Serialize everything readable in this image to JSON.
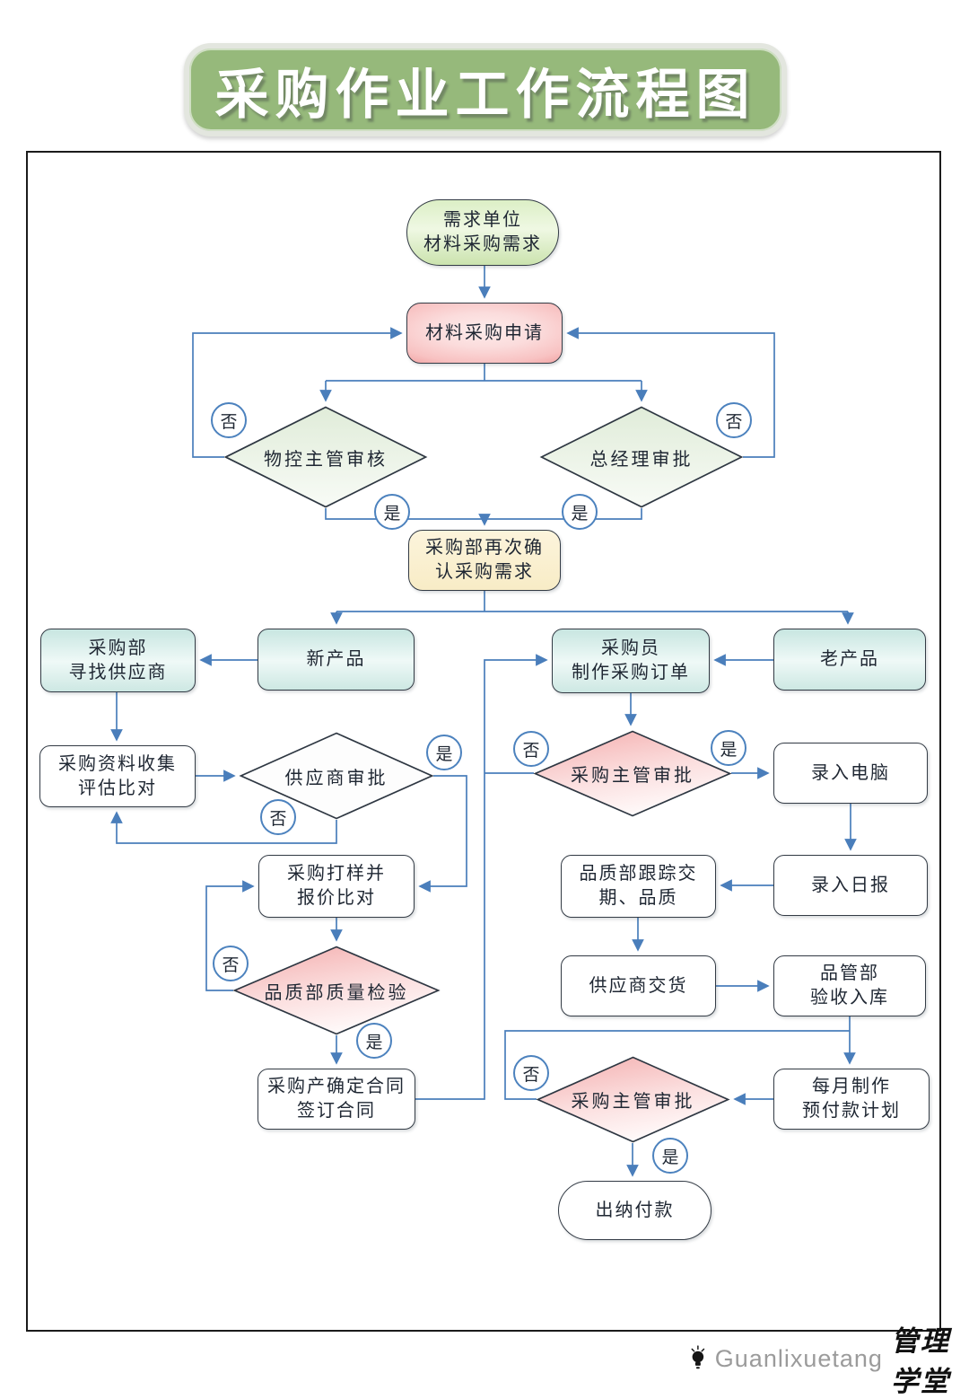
{
  "title": "采购作业工作流程图",
  "decision_labels": {
    "yes": "是",
    "no": "否"
  },
  "nodes": {
    "start": "需求单位\n材料采购需求",
    "apply": "材料采购申请",
    "review_material_control": "物控主管审核",
    "review_gm": "总经理审批",
    "confirm": "采购部再次确\n认采购需求",
    "new_product": "新产品",
    "find_supplier": "采购部\n寻找供应商",
    "old_product": "老产品",
    "make_order": "采购员\n制作采购订单",
    "collect_info": "采购资料收集\n评估比对",
    "supplier_approve": "供应商审批",
    "sampling": "采购打样并\n报价比对",
    "quality_check": "品质部质量检验",
    "sign_contract": "采购产确定合同\n签订合同",
    "pm_approve_order": "采购主管审批",
    "input_computer": "录入电脑",
    "input_daily": "录入日报",
    "track_quality": "品质部跟踪交\n期、品质",
    "supplier_deliver": "供应商交货",
    "warehouse_in": "品管部\n验收入库",
    "payment_plan": "每月制作\n预付款计划",
    "pm_approve_payment": "采购主管审批",
    "cashier_pay": "出纳付款"
  },
  "footer": {
    "brand_latin": "Guanlixuetang",
    "brand_cn": "管理学堂"
  },
  "colors": {
    "connector": "#4a7ebb",
    "title_bg": "#96b97b",
    "title_ring": "#e3e6df",
    "node_border": "#333b45",
    "frame_border": "#1b1b1b",
    "green_node": "#dcefc6",
    "pink_node": "#f4afaf",
    "yellow_node": "#f8ecc6",
    "teal_node": "#cde8e3",
    "green_diamond": "#e0ecd9",
    "pink_diamond": "#f4b0b0",
    "circle_border": "#4c82be",
    "brand_gray": "#9b9b9b"
  }
}
